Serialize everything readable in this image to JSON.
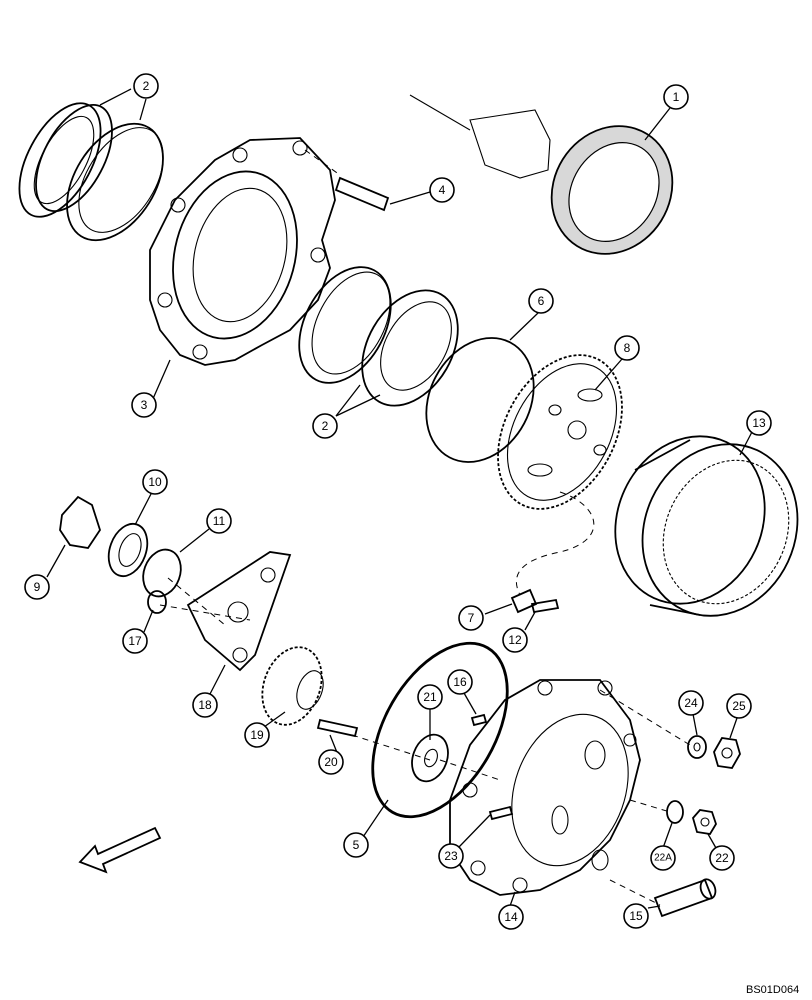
{
  "drawing_code": "BS01D064",
  "callouts": [
    {
      "id": "c2a",
      "label": "2"
    },
    {
      "id": "c1",
      "label": "1"
    },
    {
      "id": "c4",
      "label": "4"
    },
    {
      "id": "c3",
      "label": "3"
    },
    {
      "id": "c6",
      "label": "6"
    },
    {
      "id": "c8",
      "label": "8"
    },
    {
      "id": "c2b",
      "label": "2"
    },
    {
      "id": "c13",
      "label": "13"
    },
    {
      "id": "c10",
      "label": "10"
    },
    {
      "id": "c11",
      "label": "11"
    },
    {
      "id": "c9",
      "label": "9"
    },
    {
      "id": "c17",
      "label": "17"
    },
    {
      "id": "c7",
      "label": "7"
    },
    {
      "id": "c12",
      "label": "12"
    },
    {
      "id": "c18",
      "label": "18"
    },
    {
      "id": "c21",
      "label": "21"
    },
    {
      "id": "c16",
      "label": "16"
    },
    {
      "id": "c24",
      "label": "24"
    },
    {
      "id": "c25",
      "label": "25"
    },
    {
      "id": "c19",
      "label": "19"
    },
    {
      "id": "c20",
      "label": "20"
    },
    {
      "id": "c5",
      "label": "5"
    },
    {
      "id": "c23",
      "label": "23"
    },
    {
      "id": "c22a",
      "label": "22A"
    },
    {
      "id": "c22",
      "label": "22"
    },
    {
      "id": "c14",
      "label": "14"
    },
    {
      "id": "c15",
      "label": "15"
    }
  ]
}
